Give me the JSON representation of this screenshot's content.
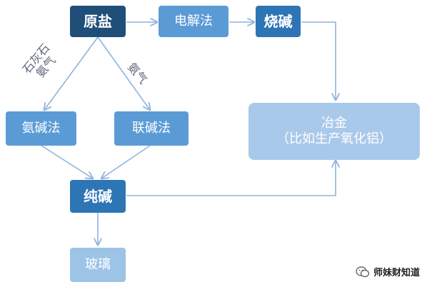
{
  "nodes": {
    "raw_salt": "原盐",
    "electrolysis": "电解法",
    "caustic_soda": "烧碱",
    "ammonia_soda": "氨碱法",
    "combined_soda": "联碱法",
    "soda_ash": "纯碱",
    "glass": "玻璃",
    "metallurgy_line1": "冶金",
    "metallurgy_line2": "（比如生产氧化铝）"
  },
  "edge_labels": {
    "left": "石灰石\n氨气",
    "right": "氨气"
  },
  "watermark": "师妹财知道",
  "colors": {
    "dark": "#1f4e79",
    "mid": "#2e75b6",
    "midlight": "#5b9bd5",
    "light": "#9dc3e6",
    "arrow": "#8fb4dc"
  }
}
